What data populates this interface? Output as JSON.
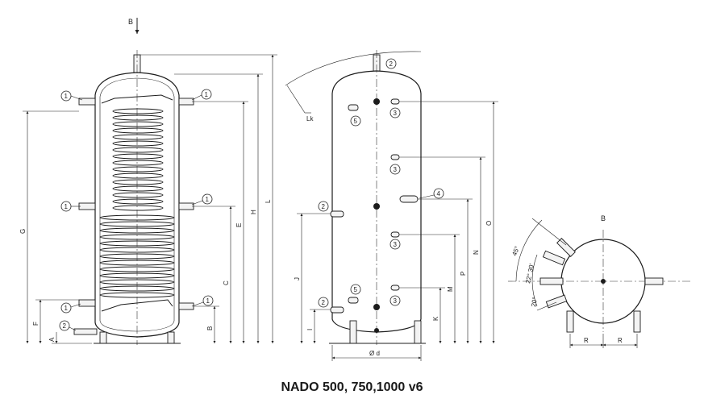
{
  "caption": "NADO 500, 750,1000 v6",
  "view_labels": {
    "arrow_b": "B",
    "top_view": "B"
  },
  "callouts": {
    "one": "1",
    "two": "2",
    "three": "3",
    "four": "4",
    "five": "5"
  },
  "dims_front": {
    "A": "A",
    "F": "F",
    "G": "G",
    "B": "B",
    "C": "C",
    "E": "E",
    "H": "H",
    "L": "L"
  },
  "dims_side": {
    "Lk": "Lk",
    "d": "Ø d",
    "I": "I",
    "J": "J",
    "K": "K",
    "M": "M",
    "P": "P",
    "N": "N",
    "O": "O"
  },
  "angles": {
    "a45": "45°",
    "a2230": "22° 30'",
    "a20": "20°",
    "r1": "R",
    "r2": "R"
  }
}
